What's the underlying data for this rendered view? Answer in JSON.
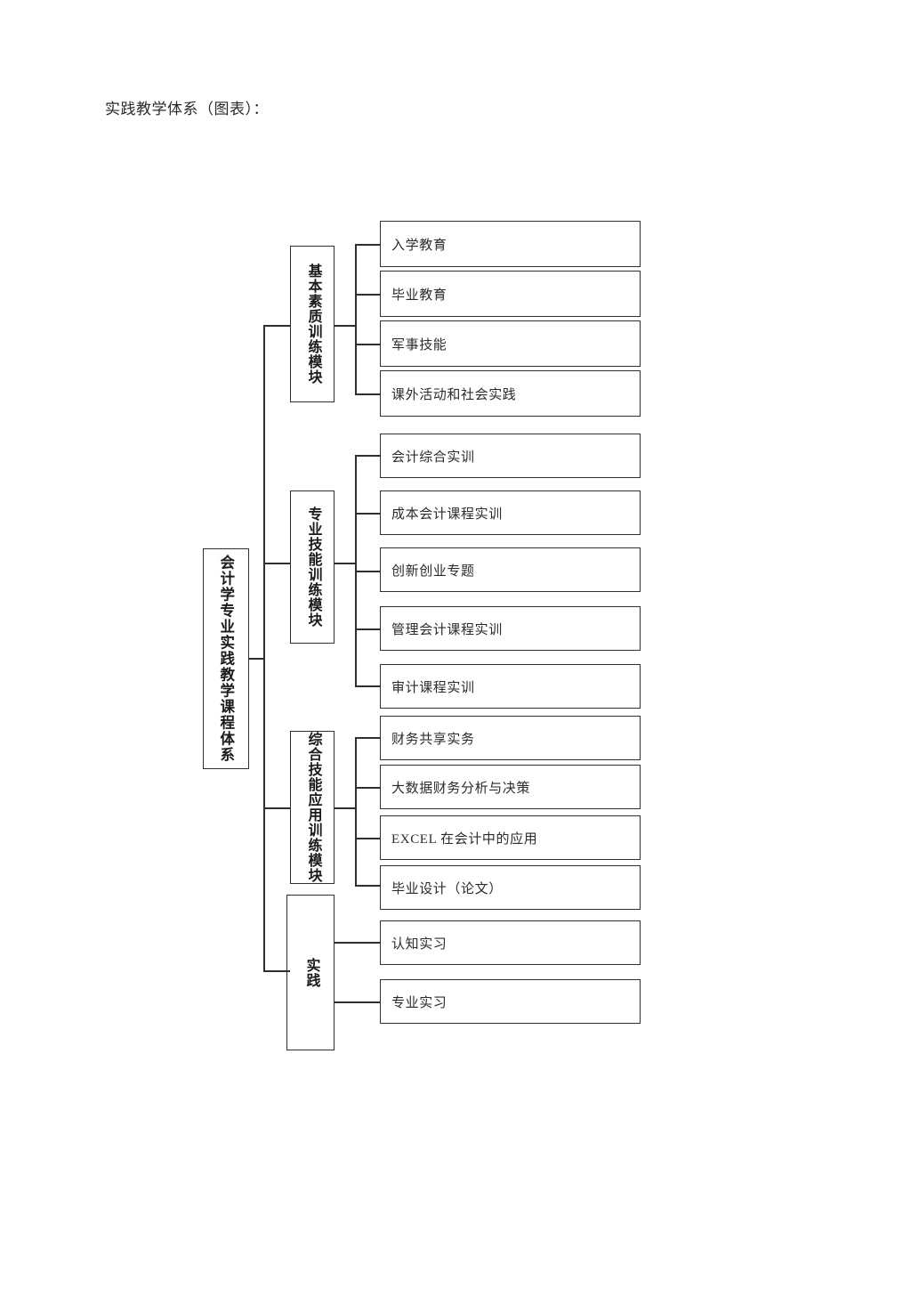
{
  "page": {
    "title": "实践教学体系（图表）："
  },
  "diagram": {
    "type": "tree",
    "orientation": "left-to-right",
    "root": {
      "label": "会计学专业实践教学课程体系"
    },
    "modules": [
      {
        "label": "基本素质训练模块",
        "items": [
          {
            "label": "入学教育"
          },
          {
            "label": "毕业教育"
          },
          {
            "label": "军事技能"
          },
          {
            "label": "课外活动和社会实践"
          }
        ]
      },
      {
        "label": "专业技能训练模块",
        "items": [
          {
            "label": "会计综合实训"
          },
          {
            "label": "成本会计课程实训"
          },
          {
            "label": "创新创业专题"
          },
          {
            "label": "管理会计课程实训"
          },
          {
            "label": "审计课程实训"
          }
        ]
      },
      {
        "label": "综合技能应用训练模块",
        "items": [
          {
            "label": "财务共享实务"
          },
          {
            "label": "大数据财务分析与决策"
          },
          {
            "label": "EXCEL 在会计中的应用"
          },
          {
            "label": "毕业设计（论文）"
          }
        ]
      },
      {
        "label": "实践",
        "items": [
          {
            "label": "认知实习"
          },
          {
            "label": "专业实习"
          }
        ]
      }
    ],
    "colors": {
      "border": "#2e2e2e",
      "text": "#2b2b2b",
      "background": "#ffffff"
    }
  }
}
